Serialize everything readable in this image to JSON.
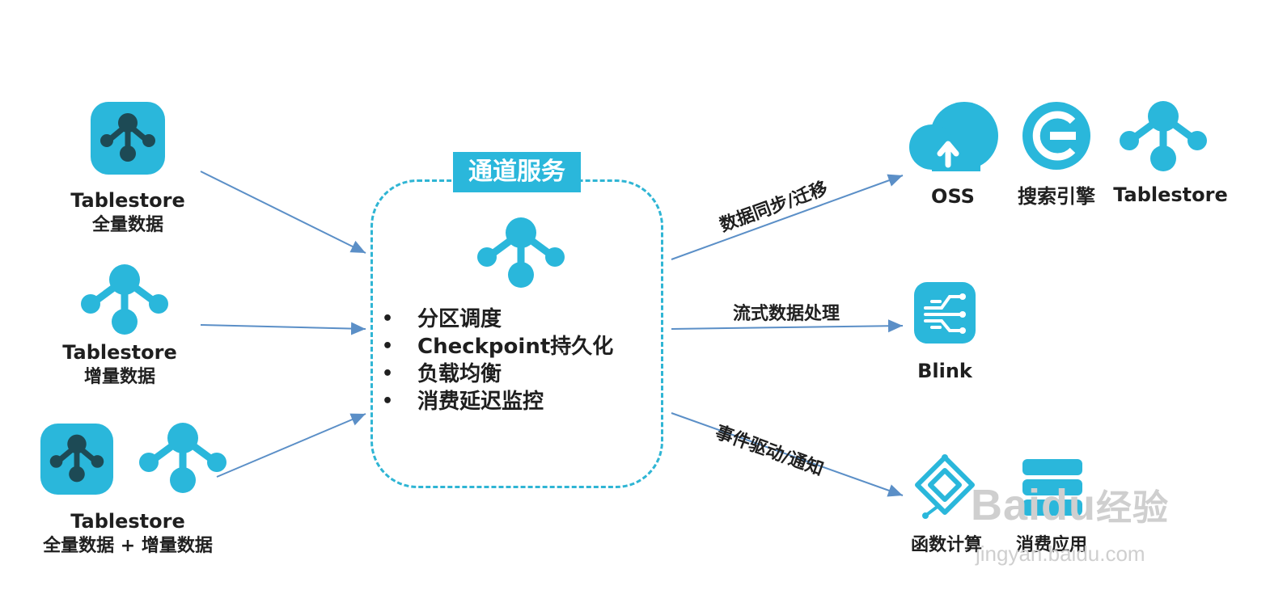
{
  "center": {
    "title": "通道服务",
    "features": [
      "分区调度",
      "Checkpoint持久化",
      "负载均衡",
      "消费延迟监控"
    ],
    "bullet": "•"
  },
  "sources": [
    {
      "name": "Tablestore",
      "desc": "全量数据"
    },
    {
      "name": "Tablestore",
      "desc": "增量数据"
    },
    {
      "name": "Tablestore",
      "desc": "全量数据 + 增量数据"
    }
  ],
  "flows": [
    {
      "label": "数据同步/迁移"
    },
    {
      "label": "流式数据处理"
    },
    {
      "label": "事件驱动/通知"
    }
  ],
  "targets": {
    "oss": "OSS",
    "search": "搜索引擎",
    "tablestore": "Tablestore",
    "blink": "Blink",
    "fc": "函数计算",
    "consumer": "消费应用"
  },
  "watermark": {
    "brand": "Bai",
    "brand2": "du",
    "suffix": "经验",
    "url": "jingyan.baidu.com"
  },
  "colors": {
    "accent": "#2ab7db",
    "dark": "#1d4a55",
    "line": "#5b8fc7"
  },
  "icons": [
    "tablestore-full-icon",
    "tablestore-icon",
    "oss-icon",
    "search-engine-icon",
    "blink-icon",
    "function-compute-icon",
    "consumer-app-icon"
  ]
}
